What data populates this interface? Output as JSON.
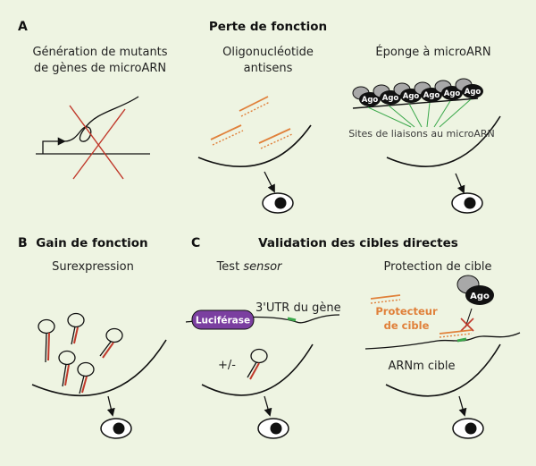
{
  "panels": {
    "A": {
      "letter": "A",
      "title": "Perte de fonction"
    },
    "B": {
      "letter": "B",
      "title": "Gain de fonction"
    },
    "C": {
      "letter": "C",
      "title": "Validation des cibles directes"
    }
  },
  "captions": {
    "mutants_line1": "Génération de mutants",
    "mutants_line2": "de gènes de microARN",
    "antisense_line1": "Oligonucléotide",
    "antisense_line2": "antisens",
    "sponge": "Éponge à microARN",
    "binding_sites": "Sites de liaisons au microARN",
    "overexpression": "Surexpression",
    "sensor_prefix": "Test ",
    "sensor_italic": "sensor",
    "utr": "3'UTR du gène",
    "plus_minus": "+/-",
    "target_protection": "Protection de cible",
    "protector_line1": "Protecteur",
    "protector_line2": "de cible",
    "target_mrna": "ARNm cible"
  },
  "labels": {
    "ago": "Ago",
    "luciferase": "Luciférase"
  },
  "colors": {
    "background": "#eef4e2",
    "mirna_red": "#c0392b",
    "oligo_orange": "#e0803a",
    "luciferase_purple": "#7b3fa0",
    "site_green": "#3aa84a",
    "ago_black": "#111111",
    "ago_grey": "#a8a8a8"
  }
}
